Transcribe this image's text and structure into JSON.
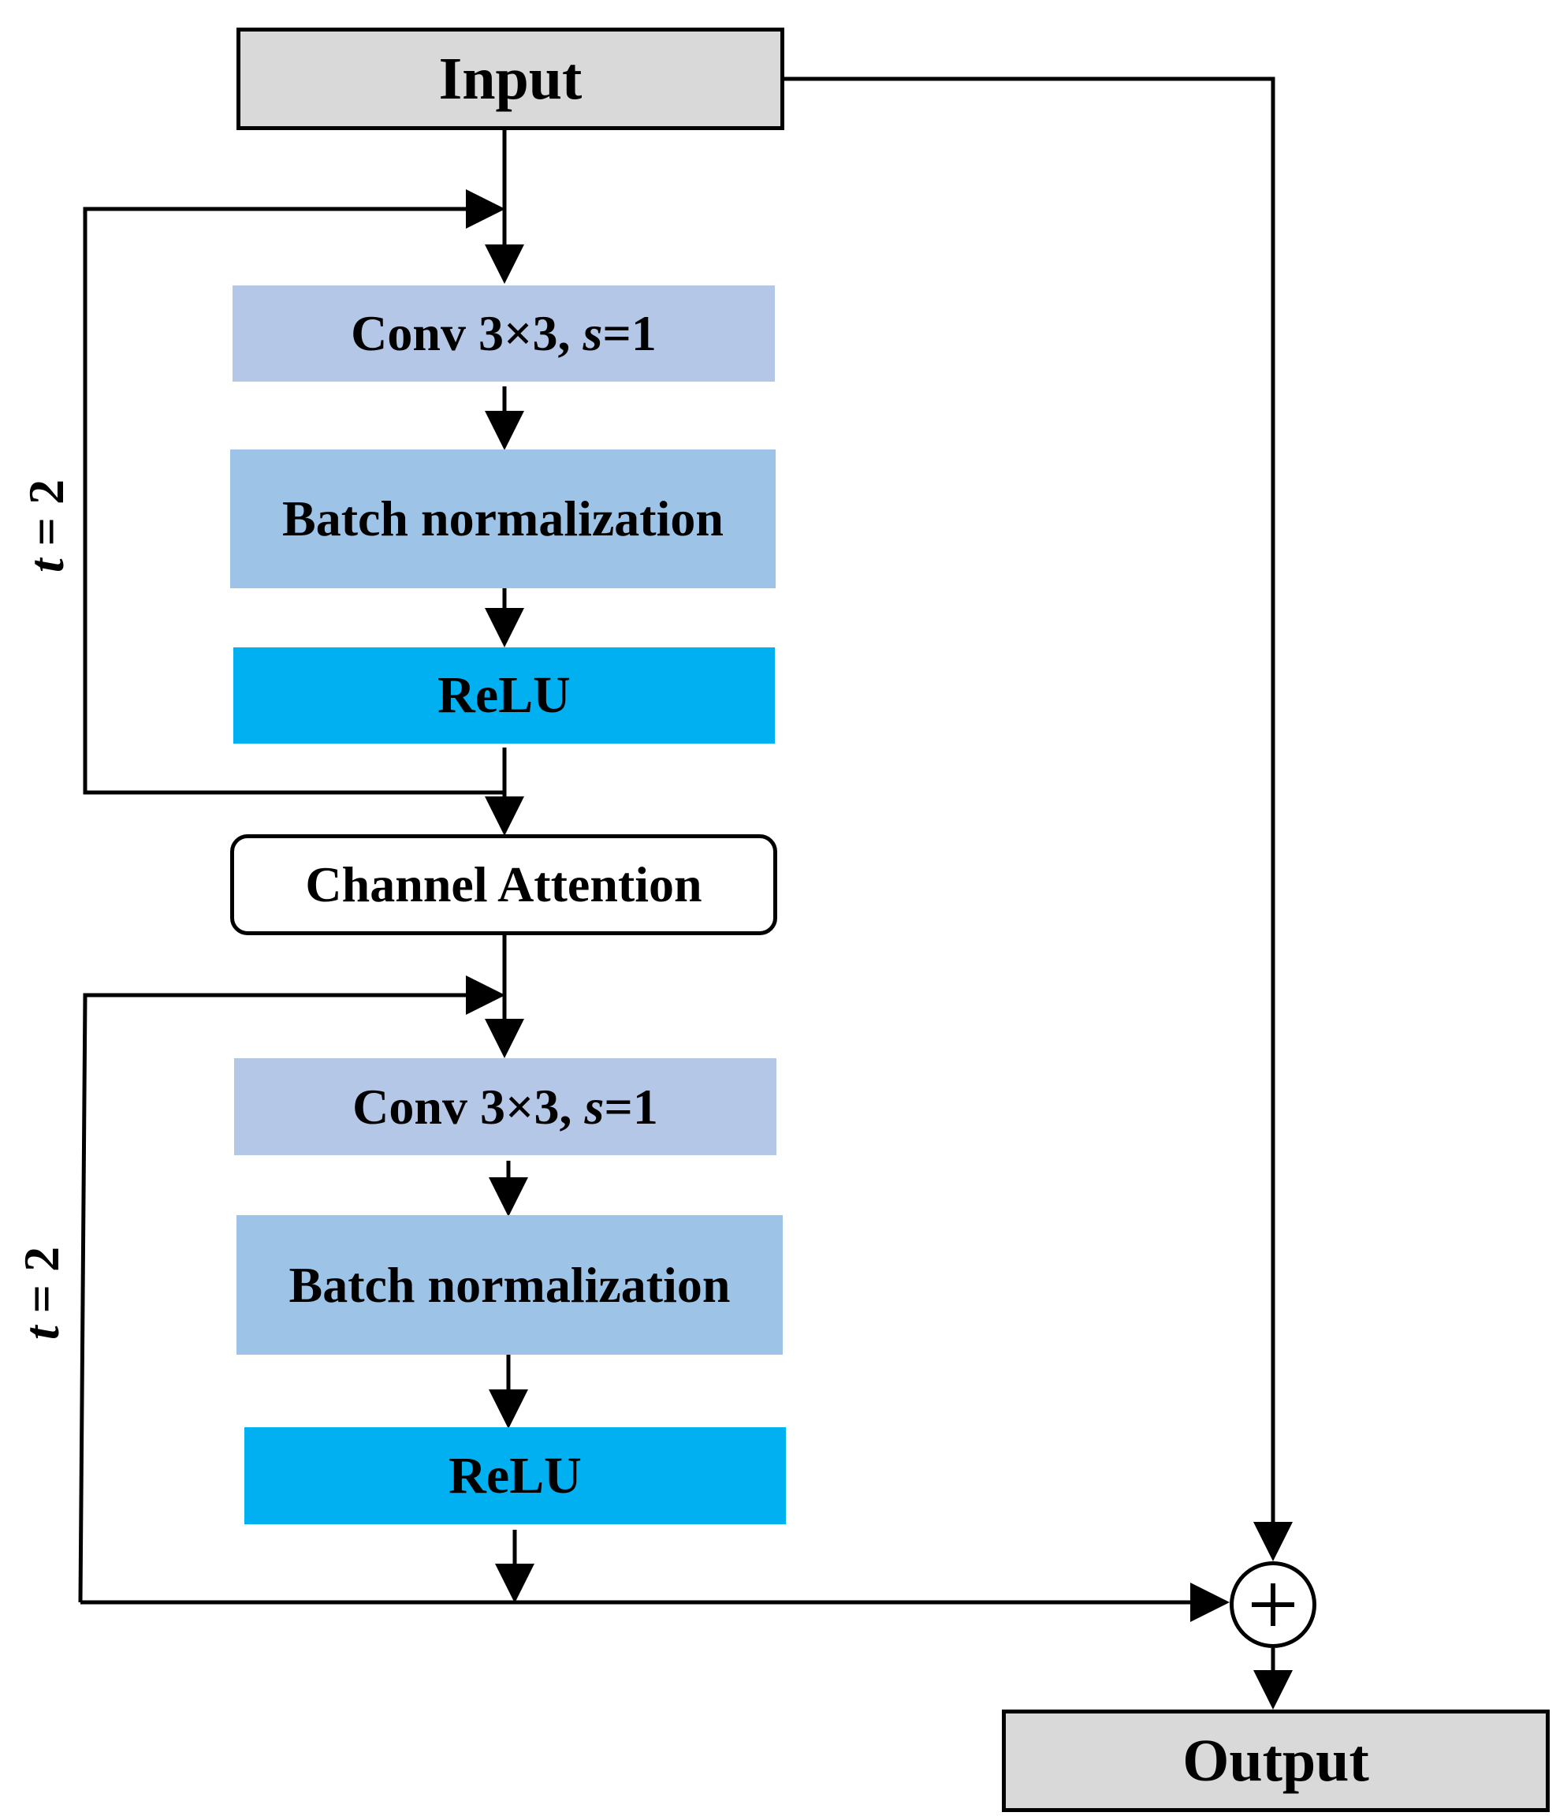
{
  "diagram": {
    "input": "Input",
    "output": "Output",
    "block1": {
      "conv_prefix": "Conv 3×3, ",
      "conv_var": "s",
      "conv_suffix": "=1",
      "batch_norm": "Batch normalization",
      "relu": "ReLU",
      "loop_var": "t",
      "loop_value": " = 2"
    },
    "channel_attention": "Channel Attention",
    "block2": {
      "conv_prefix": "Conv 3×3, ",
      "conv_var": "s",
      "conv_suffix": "=1",
      "batch_norm": "Batch normalization",
      "relu": "ReLU",
      "loop_var": "t",
      "loop_value": " = 2"
    },
    "sum_symbol": "+"
  },
  "colors": {
    "io_fill": "#d9d9d9",
    "conv_fill": "#b4c7e7",
    "batch_norm_fill": "#9dc3e6",
    "relu_fill": "#00b0f0",
    "line": "#000000"
  }
}
